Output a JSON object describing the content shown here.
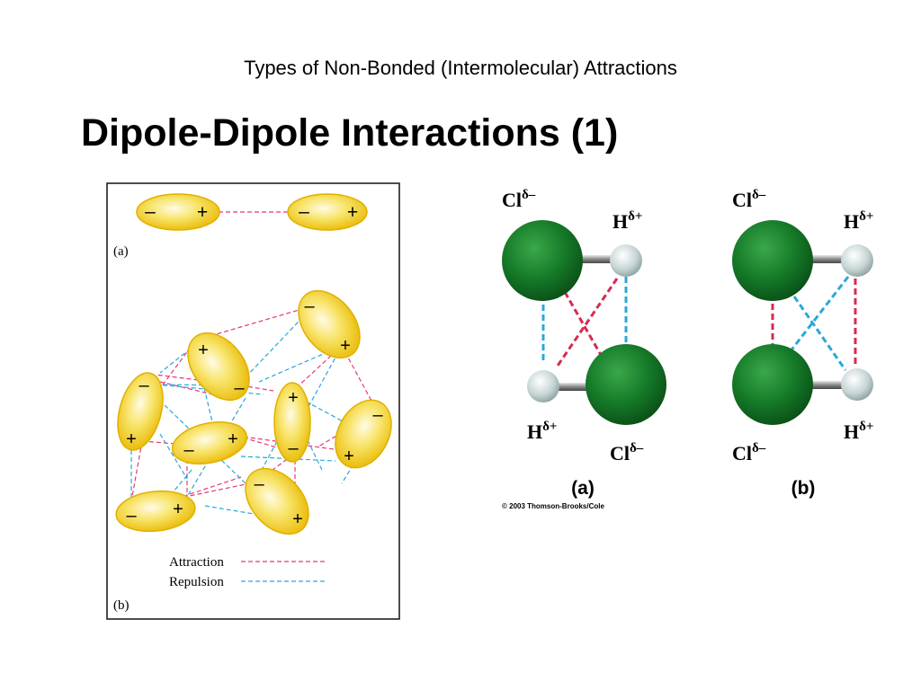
{
  "slide": {
    "subtitle": "Types of Non-Bonded (Intermolecular) Attractions",
    "title": "Dipole-Dipole Interactions (1)"
  },
  "left_figure": {
    "label_a": "(a)",
    "label_b": "(b)",
    "minus": "–",
    "plus": "+",
    "legend": [
      {
        "label": "Attraction",
        "color": "#e8387a"
      },
      {
        "label": "Repulsion",
        "color": "#2aa8d8"
      }
    ]
  },
  "right_figure": {
    "cl_label": "Cl",
    "h_label": "H",
    "cl_charge": "δ–",
    "h_charge": "δ+",
    "panel_a": "(a)",
    "panel_b": "(b)",
    "copyright": "© 2003 Thomson-Brooks/Cole"
  },
  "colors": {
    "dipole_fill": "#f7df5a",
    "dipole_edge": "#e0b000",
    "chlorine": "#1d7a2c",
    "hydrogen": "#cfdcdc",
    "attraction": "#e8387a",
    "repulsion": "#2aa8d8",
    "strong_attraction": "#d82a52"
  }
}
